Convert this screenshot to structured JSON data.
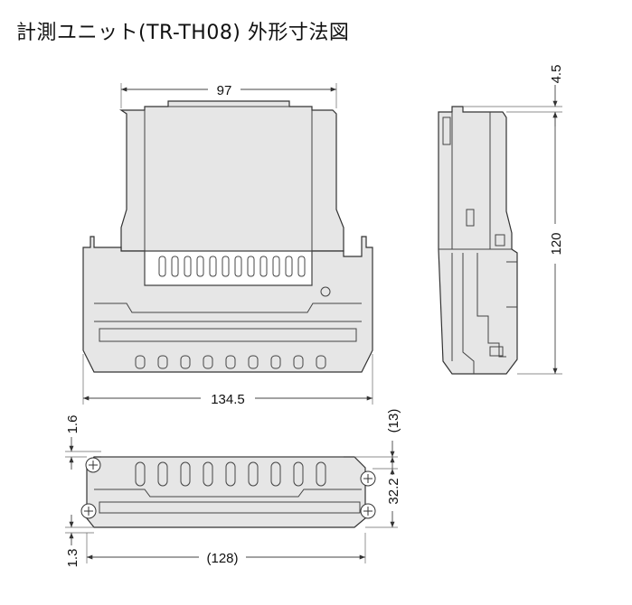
{
  "title": "計測ユニット(TR-TH08) 外形寸法図",
  "dimensions": {
    "front_top_width": "97",
    "front_bottom_width": "134.5",
    "side_top_offset": "4.5",
    "side_height": "120",
    "bottom_top_offset": "1.6",
    "bottom_right_offset": "(13)",
    "bottom_height": "32.2",
    "bottom_bottom_offset": "1.3",
    "bottom_width": "(128)"
  }
}
